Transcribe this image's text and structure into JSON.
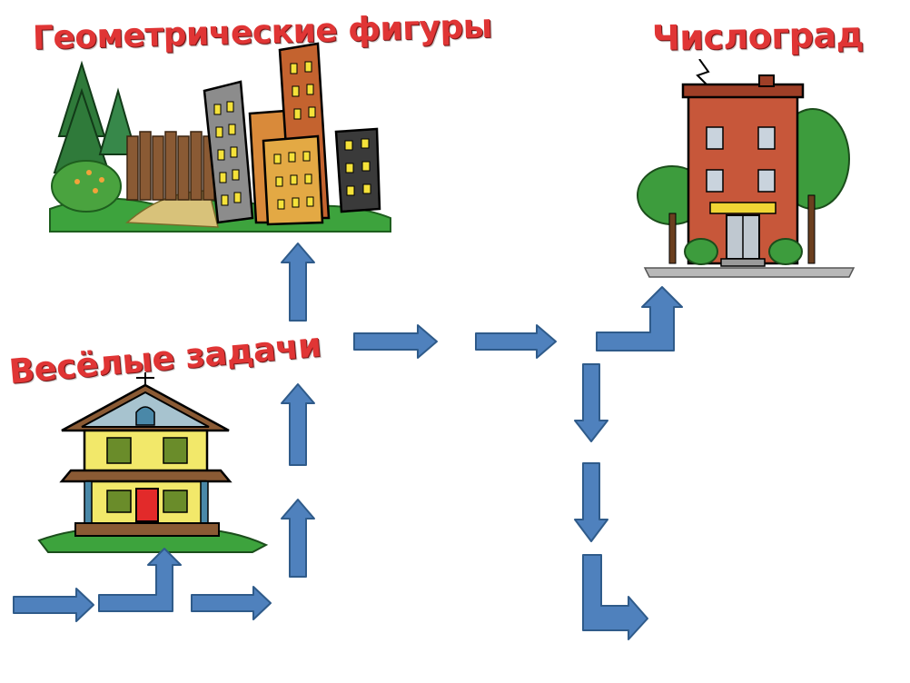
{
  "titles": {
    "geometry": "Геометрические фигуры",
    "numbertown": "Числоград",
    "fun_tasks": "Весёлые задачи"
  },
  "colors": {
    "title": "#e03535",
    "arrow_fill": "#4f81bd",
    "arrow_stroke": "#2f5b8a"
  },
  "icons": {
    "geometry": "city-park-illustration",
    "numbertown": "brick-building-illustration",
    "fun_tasks": "house-illustration",
    "path": "path-arrow-icon"
  }
}
